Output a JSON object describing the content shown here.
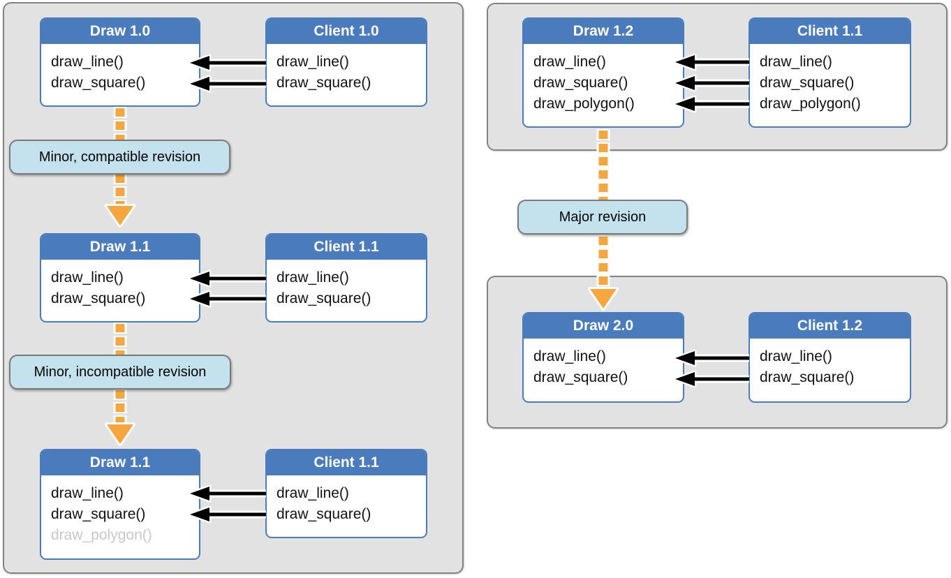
{
  "colors": {
    "header_blue": "#4a7bbd",
    "box_border_blue": "#4a7bbd",
    "panel_fill": "#e2e2e2",
    "panel_border": "#828282",
    "label_fill": "#c3e2ee",
    "label_border": "#7a7a7a",
    "arrow_orange": "#f6a63e",
    "arrow_black": "#000000",
    "disabled_function_text": "#c8c8c8"
  },
  "boxes": {
    "draw_1_0": {
      "title": "Draw 1.0",
      "functions": [
        "draw_line()",
        "draw_square()"
      ]
    },
    "client_1_0": {
      "title": "Client 1.0",
      "functions": [
        "draw_line()",
        "draw_square()"
      ]
    },
    "draw_1_1_minor": {
      "title": "Draw 1.1",
      "functions": [
        "draw_line()",
        "draw_square()"
      ]
    },
    "client_1_1_minor": {
      "title": "Client 1.1",
      "functions": [
        "draw_line()",
        "draw_square()"
      ]
    },
    "draw_1_1_incompat": {
      "title": "Draw 1.1",
      "functions": [
        "draw_line()",
        "draw_square()",
        "draw_polygon()"
      ],
      "disabled_function_index": 2
    },
    "client_1_1_incompat": {
      "title": "Client 1.1",
      "functions": [
        "draw_line()",
        "draw_square()"
      ]
    },
    "draw_1_2": {
      "title": "Draw 1.2",
      "functions": [
        "draw_line()",
        "draw_square()",
        "draw_polygon()"
      ]
    },
    "client_1_1_major": {
      "title": "Client 1.1",
      "functions": [
        "draw_line()",
        "draw_square()",
        "draw_polygon()"
      ]
    },
    "draw_2_0": {
      "title": "Draw 2.0",
      "functions": [
        "draw_line()",
        "draw_square()"
      ]
    },
    "client_1_2": {
      "title": "Client 1.2",
      "functions": [
        "draw_line()",
        "draw_square()"
      ]
    }
  },
  "labels": {
    "minor_compatible": "Minor, compatible revision",
    "minor_incompatible": "Minor, incompatible revision",
    "major": "Major revision"
  }
}
